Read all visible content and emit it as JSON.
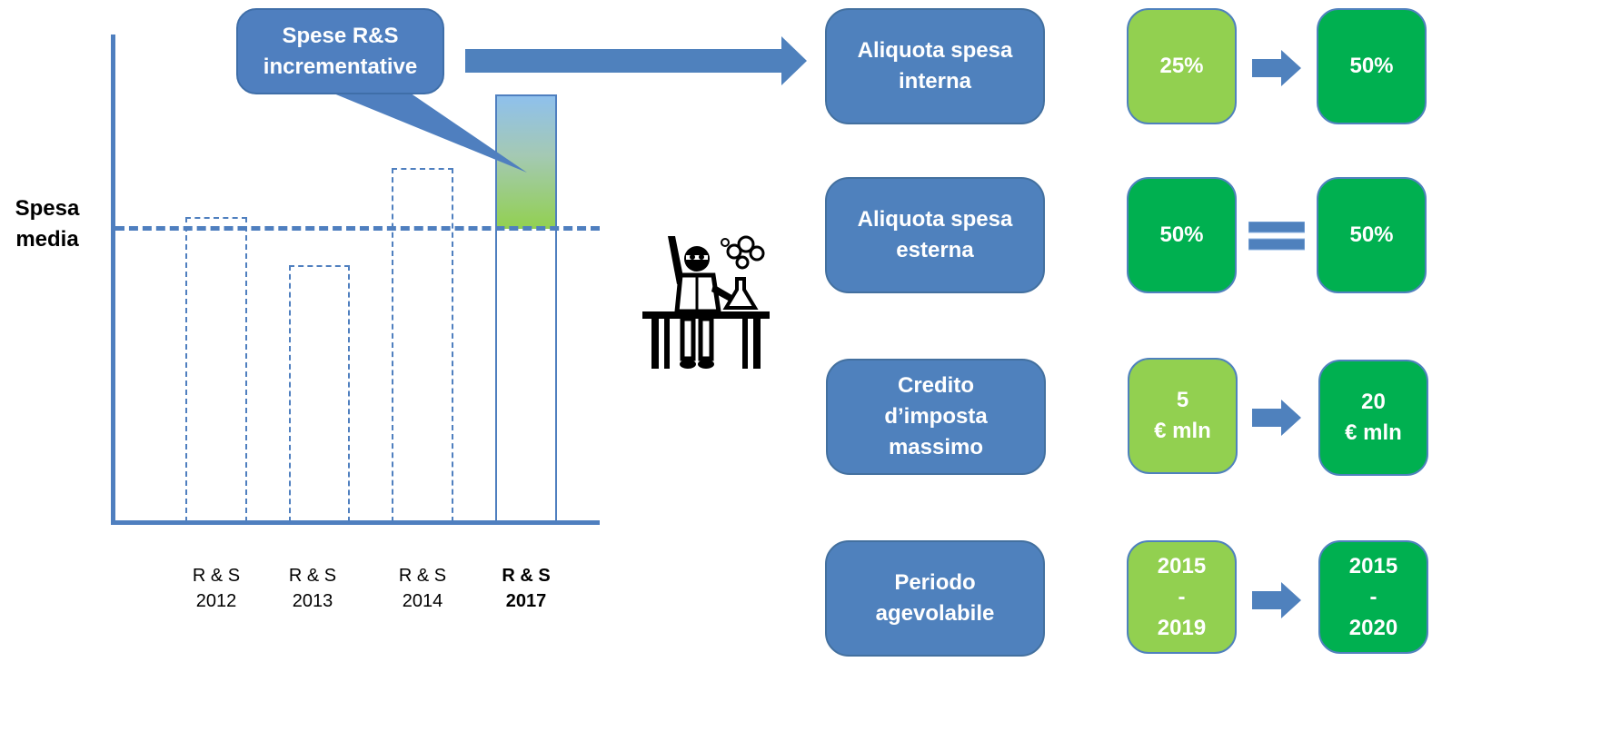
{
  "chart": {
    "ylabel": [
      "Spesa",
      "media"
    ],
    "categories": [
      {
        "line1": "R & S",
        "line2": "2012",
        "bold": false
      },
      {
        "line1": "R & S",
        "line2": "2013",
        "bold": false
      },
      {
        "line1": "R & S",
        "line2": "2014",
        "bold": false
      },
      {
        "line1": "R & S",
        "line2": "2017",
        "bold": true
      }
    ]
  },
  "chart_data": {
    "type": "bar",
    "categories": [
      "R & S 2012",
      "R & S 2013",
      "R & S 2014",
      "R & S 2017"
    ],
    "values": [
      52,
      43,
      60,
      73
    ],
    "mean_reference_label": "Spesa media",
    "mean_value": 50,
    "ylim": [
      0,
      85
    ],
    "annotation": "Spese  R&S incrementative",
    "grid": false
  },
  "callout": {
    "line1": "Spese  R&S",
    "line2": "incrementative"
  },
  "colors": {
    "blue": "#4f81bd",
    "light_green": "#92d050",
    "dark_green": "#00b050"
  },
  "rows": [
    {
      "title": [
        "Aliquota spesa",
        "interna"
      ],
      "from": [
        "25%"
      ],
      "to": [
        "50%"
      ],
      "connector": "arrow",
      "from_color": "light",
      "to_color": "dark"
    },
    {
      "title": [
        "Aliquota spesa",
        "esterna"
      ],
      "from": [
        "50%"
      ],
      "to": [
        "50%"
      ],
      "connector": "equals",
      "from_color": "dark",
      "to_color": "dark"
    },
    {
      "title": [
        "Credito",
        "d’imposta",
        "massimo"
      ],
      "from": [
        "5",
        "€ mln"
      ],
      "to": [
        "20",
        "€ mln"
      ],
      "connector": "arrow",
      "from_color": "light",
      "to_color": "dark"
    },
    {
      "title": [
        "Periodo",
        "agevolabile"
      ],
      "from": [
        "2015",
        "-",
        "2019"
      ],
      "to": [
        "2015",
        "-",
        "2020"
      ],
      "connector": "arrow",
      "from_color": "light",
      "to_color": "dark"
    }
  ],
  "icons": {
    "scientist": "scientist-icon"
  }
}
